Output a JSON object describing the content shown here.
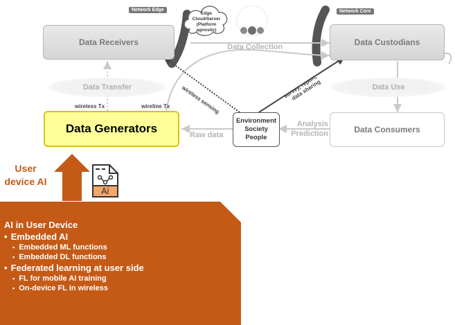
{
  "network_edge": "Network Edge",
  "network_core": "Network Core",
  "cloud_lines": [
    "Edge",
    "Cloud/Server",
    "(Platform",
    "agnostic)"
  ],
  "data_receivers": "Data Receivers",
  "data_custodians": "Data Custodians",
  "data_generators": "Data Generators",
  "data_consumers": "Data Consumers",
  "environment": "Environment\nSociety\nPeople",
  "data_collection": "Data Collection",
  "data_transfer": "Data Transfer",
  "data_use": "Data Use",
  "raw_data": "Raw data",
  "analysis": "Analysis",
  "prediction": "Prediction",
  "wireless_tx": "wireless Tx",
  "wireline_tx": "wireline Tx",
  "wireless_sensing": "wireless sensing",
  "survey_lines": [
    "survey, report,",
    "data sharing"
  ],
  "user_ai_lines": [
    "User",
    "device AI"
  ],
  "ai_icon_text": "Ai",
  "panel": {
    "title": "AI in User Device",
    "items": [
      {
        "label": "Embedded AI",
        "subs": [
          "Embedded ML functions",
          "Embedded DL functions"
        ]
      },
      {
        "label": "Federated learning at user side",
        "subs": [
          "FL for mobile AI training",
          "On-device FL in wireless"
        ]
      }
    ]
  },
  "colors": {
    "accent_orange": "#c45a16",
    "generator_fill": "#ffff9a",
    "generator_border": "#d9c21a"
  }
}
